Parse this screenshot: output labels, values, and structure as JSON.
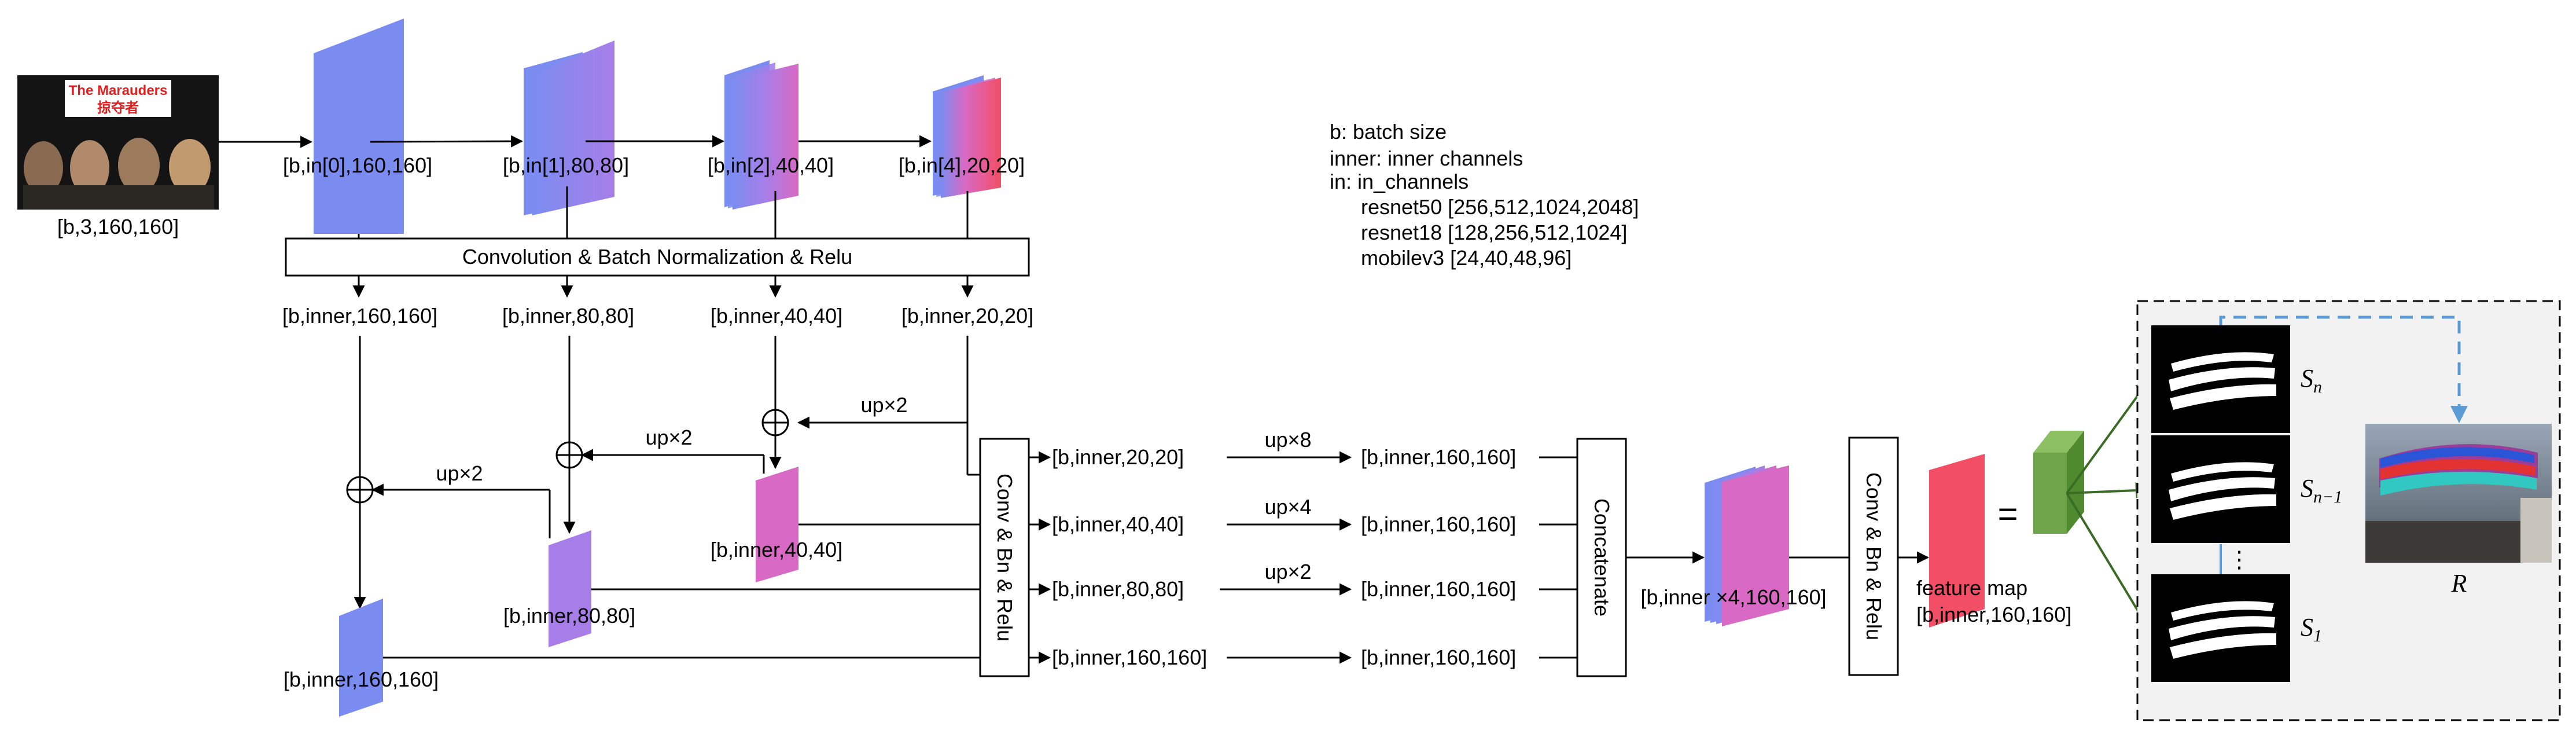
{
  "input_image": {
    "title_line1": "The Marauders",
    "title_line2": "掠夺者",
    "label": "[b,3,160,160]"
  },
  "backbone": {
    "feature_labels": [
      "[b,in[0],160,160]",
      "[b,in[1],80,80]",
      "[b,in[2],40,40]",
      "[b,in[4],20,20]"
    ],
    "conv_bar_label": "Convolution & Batch Normalization & Relu",
    "inner_labels": [
      "[b,inner,160,160]",
      "[b,inner,80,80]",
      "[b,inner,40,40]",
      "[b,inner,20,20]"
    ]
  },
  "legend": {
    "line1": "b: batch size",
    "line2": "inner:  inner  channels",
    "line3": "in: in_channels",
    "line4": "resnet50 [256,512,1024,2048]",
    "line5": "resnet18 [128,256,512,1024]",
    "line6": "mobilev3 [24,40,48,96]"
  },
  "fpn": {
    "up_labels": [
      "up×2",
      "up×2",
      "up×2"
    ],
    "merged_labels": [
      "[b,inner,40,40]",
      "[b,inner,80,80]",
      "[b,inner,160,160]"
    ]
  },
  "conv_block": {
    "label": "Conv & Bn & Relu",
    "out_labels": [
      "[b,inner,20,20]",
      "[b,inner,40,40]",
      "[b,inner,80,80]",
      "[b,inner,160,160]"
    ],
    "up_labels": [
      "up×8",
      "up×4",
      "up×2"
    ],
    "resized_labels": [
      "[b,inner,160,160]",
      "[b,inner,160,160]",
      "[b,inner,160,160]",
      "[b,inner,160,160]"
    ]
  },
  "concat": {
    "label": "Concatenate",
    "out_label": "[b,inner ×4,160,160]"
  },
  "final_block": {
    "label": "Conv & Bn & Relu",
    "feature_map_label": "feature map",
    "feature_map_shape": "[b,inner,160,160]",
    "equals": "="
  },
  "outputs": {
    "s_n": "S",
    "s_n_sub": "n",
    "s_n1": "S",
    "s_n1_sub": "n−1",
    "s_1": "S",
    "s_1_sub": "1",
    "dots": "⋮",
    "r": "R"
  },
  "colors": {
    "blue": "#7b8cf0",
    "purple": "#a77ee8",
    "pink": "#d869c4",
    "red": "#f24f66",
    "green": "#6fa44a",
    "dashed_blue": "#5b9bd5",
    "panel_bg": "#f2f2f2"
  }
}
